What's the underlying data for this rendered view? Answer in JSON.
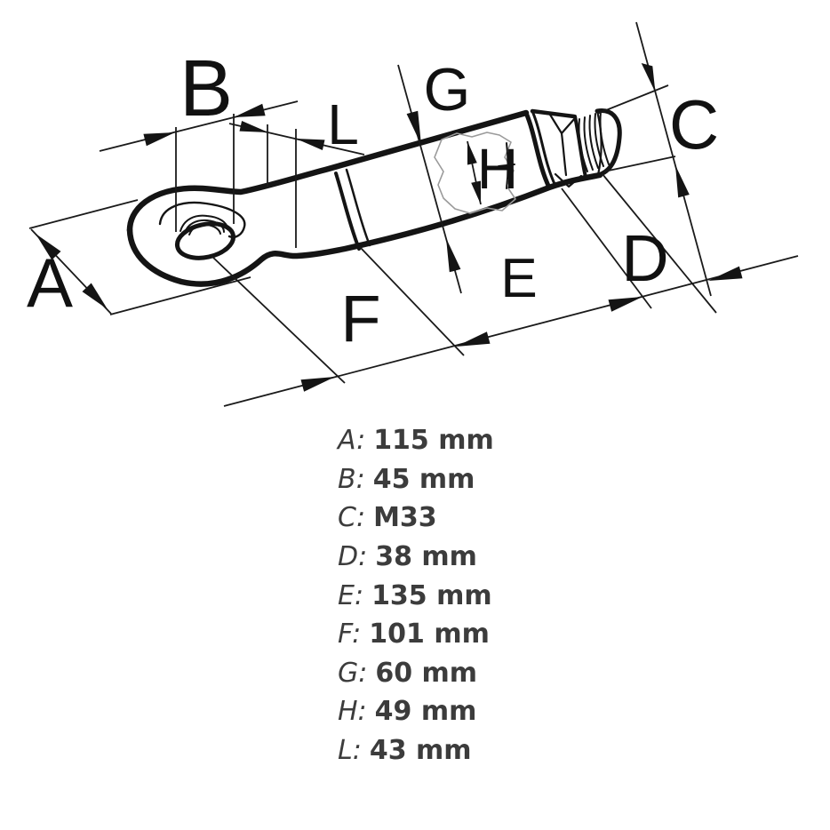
{
  "diagram": {
    "labels": [
      {
        "char": "A"
      },
      {
        "char": "B"
      },
      {
        "char": "C"
      },
      {
        "char": "D"
      },
      {
        "char": "E"
      },
      {
        "char": "F"
      },
      {
        "char": "G"
      },
      {
        "char": "H"
      },
      {
        "char": "L"
      }
    ]
  },
  "legend": {
    "items": [
      {
        "letter": "A:",
        "value": "115 mm"
      },
      {
        "letter": "B:",
        "value": "45 mm"
      },
      {
        "letter": "C:",
        "value": "M33"
      },
      {
        "letter": "D:",
        "value": "38 mm"
      },
      {
        "letter": "E:",
        "value": "135 mm"
      },
      {
        "letter": "F:",
        "value": "101 mm"
      },
      {
        "letter": "G:",
        "value": "60 mm"
      },
      {
        "letter": "H:",
        "value": "49 mm"
      },
      {
        "letter": "L:",
        "value": "43 mm"
      }
    ]
  }
}
